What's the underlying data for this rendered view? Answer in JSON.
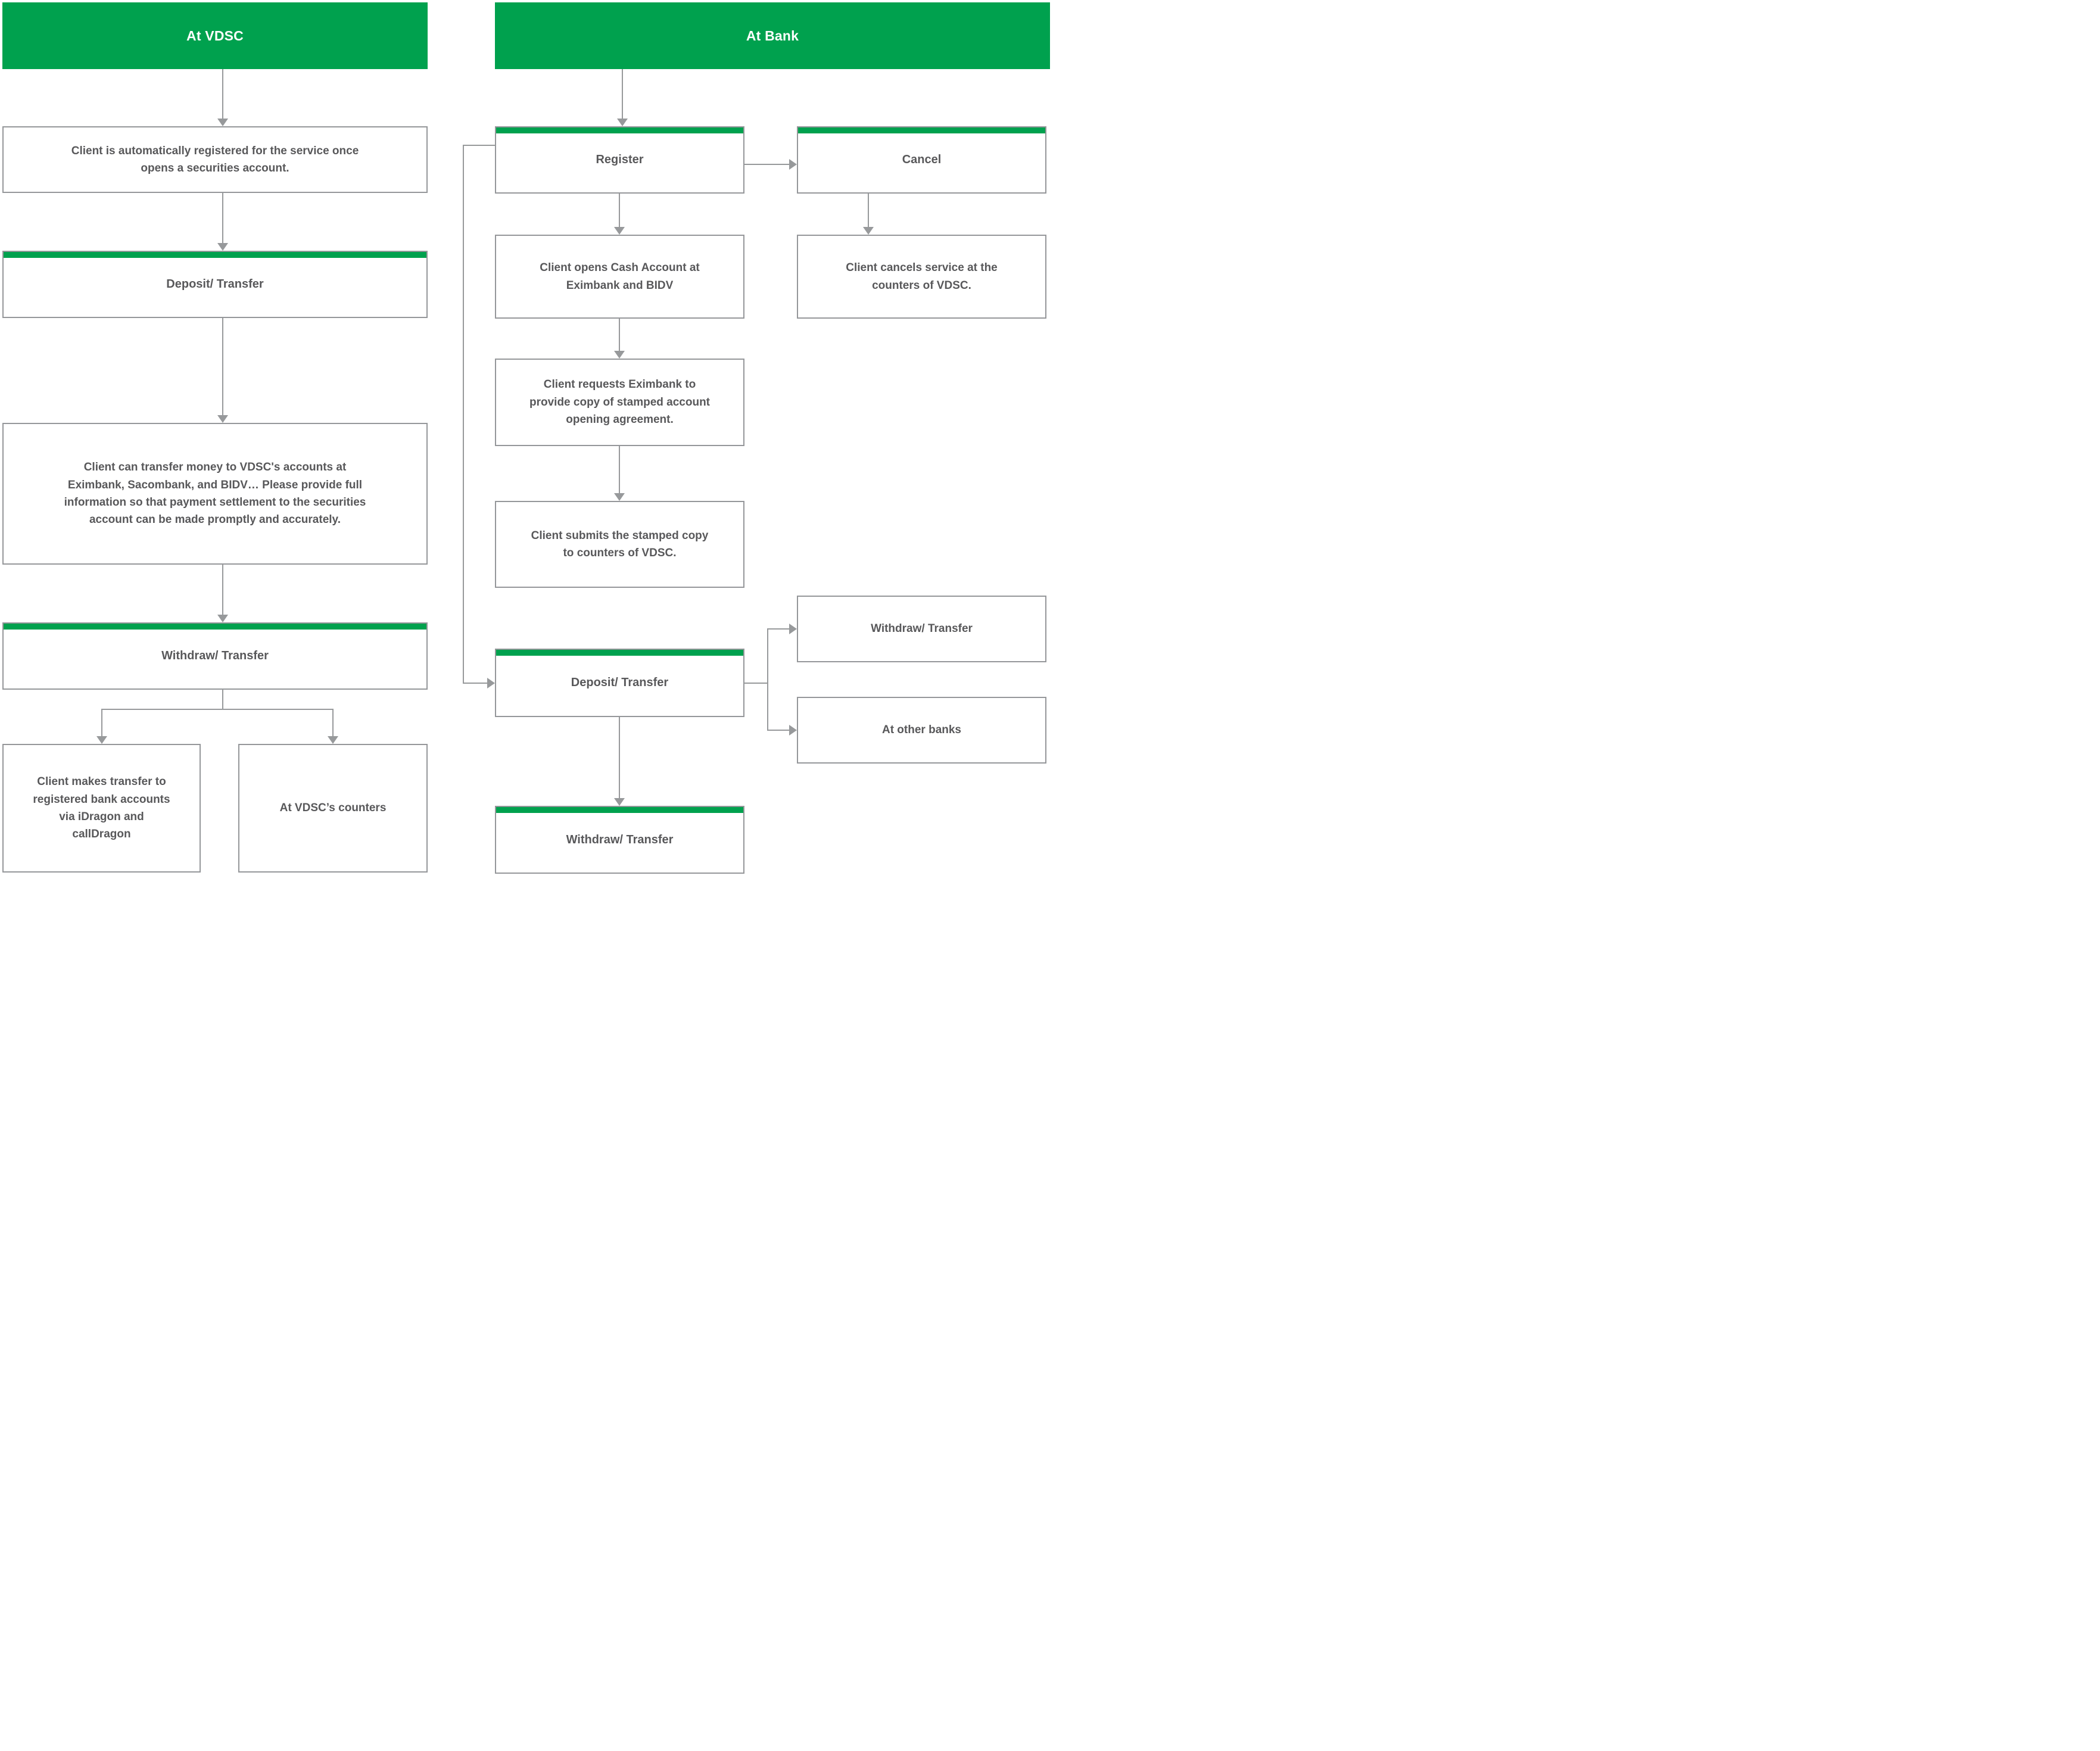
{
  "diagram": {
    "vdsc": {
      "header": "At VDSC",
      "auto_register": "Client is automatically registered for the service once\nopens a securities account.",
      "deposit_transfer": "Deposit/ Transfer",
      "transfer_info": "Client can transfer money to VDSC's accounts at\nEximbank, Sacombank, and BIDV… Please provide full\ninformation so that payment settlement to the securities\naccount can be made promptly and accurately.",
      "withdraw_transfer": "Withdraw/ Transfer",
      "idragon_transfer": "Client makes transfer to\nregistered bank accounts\nvia iDragon and\ncallDragon",
      "counters": "At VDSC’s counters"
    },
    "bank": {
      "header": "At Bank",
      "register": "Register",
      "cancel": "Cancel",
      "cancel_info": "Client cancels service at the\ncounters of VDSC.",
      "open_account": "Client opens Cash Account at\nEximbank and BIDV",
      "request_copy": "Client requests Eximbank to\nprovide copy of stamped account\nopening agreement.",
      "submit_copy": "Client submits the stamped copy\nto counters of VDSC.",
      "deposit_transfer": "Deposit/ Transfer",
      "withdraw_transfer_side": "Withdraw/ Transfer",
      "other_banks": "At other banks",
      "withdraw_transfer_bottom": "Withdraw/ Transfer"
    },
    "colors": {
      "green": "#00A14E",
      "box_border": "#95979A",
      "connector": "#97999B",
      "text": "#58585A",
      "header_text": "#FFFFFF"
    }
  }
}
